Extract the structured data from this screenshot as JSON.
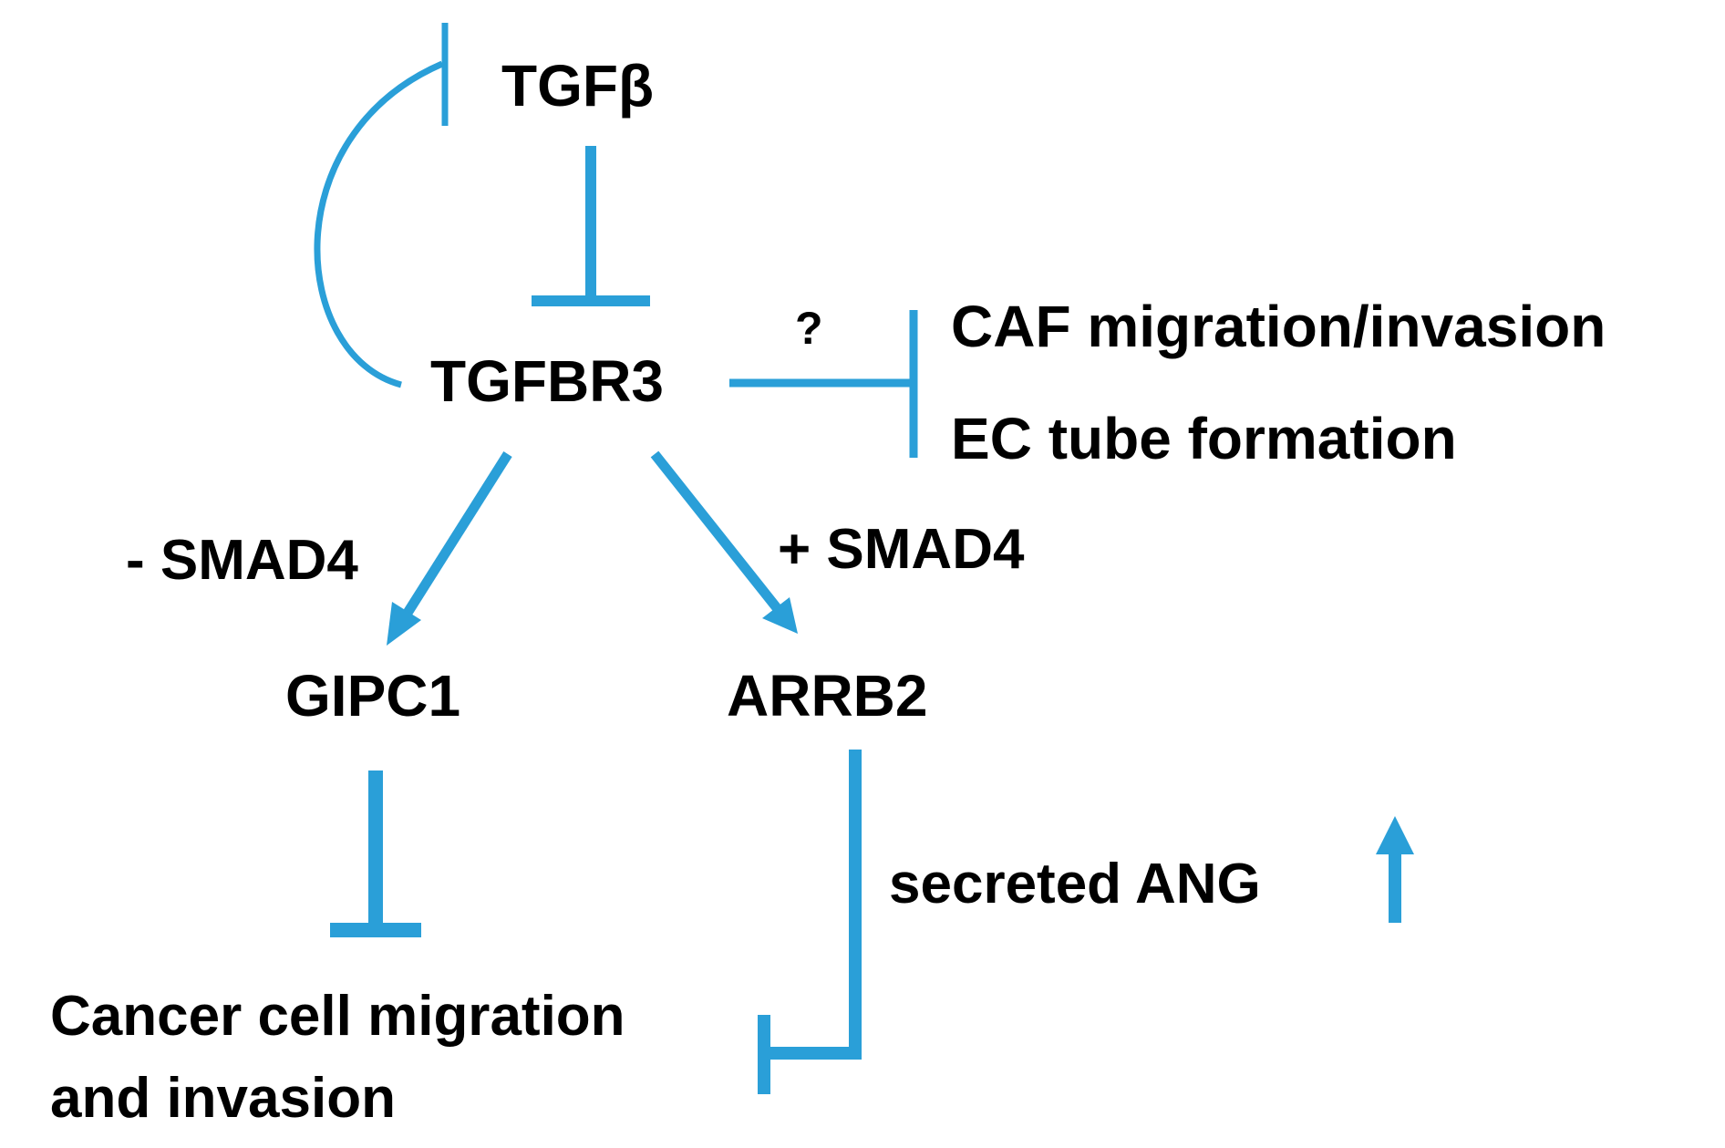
{
  "colors": {
    "edge": "#2A9FD8",
    "text": "#000000",
    "background": "#FFFFFF"
  },
  "nodes": {
    "tgfb": "TGFβ",
    "tgfbr3": "TGFBR3",
    "caf": "CAF migration/invasion",
    "ec": "EC tube formation",
    "gipc1": "GIPC1",
    "arrb2": "ARRB2",
    "cancer_line1": "Cancer cell migration",
    "cancer_line2": "and invasion"
  },
  "labels": {
    "question": "?",
    "minus_smad4": "- SMAD4",
    "plus_smad4": "+ SMAD4",
    "secreted_ang": "secreted ANG"
  },
  "edges": [
    {
      "from": "tgfbr3",
      "to": "tgfb",
      "type": "inhibits"
    },
    {
      "from": "tgfb",
      "to": "tgfbr3",
      "type": "inhibits"
    },
    {
      "from": "tgfbr3",
      "to": "caf",
      "type": "inhibits",
      "label": "?"
    },
    {
      "from": "tgfbr3",
      "to": "ec",
      "type": "inhibits",
      "label": "?"
    },
    {
      "from": "tgfbr3",
      "to": "gipc1",
      "type": "activates",
      "label": "- SMAD4"
    },
    {
      "from": "tgfbr3",
      "to": "arrb2",
      "type": "activates",
      "label": "+ SMAD4"
    },
    {
      "from": "gipc1",
      "to": "cancer_cell_migration",
      "type": "inhibits"
    },
    {
      "from": "arrb2",
      "to": "cancer_cell_migration",
      "type": "inhibits",
      "label": "secreted ANG ↑"
    }
  ]
}
